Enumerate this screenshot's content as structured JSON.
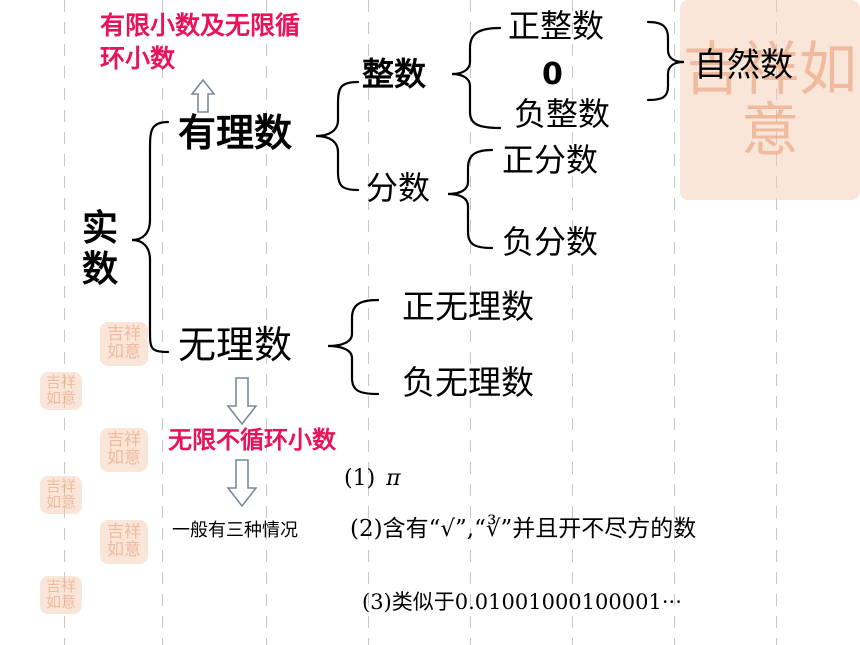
{
  "root": {
    "label": "实数"
  },
  "rational": {
    "label": "有理数",
    "note": "有限小数及无限循环小数",
    "integer": {
      "label": "整数",
      "children": [
        "正整数",
        "0",
        "负整数"
      ],
      "natural_numbers": "自然数"
    },
    "fraction": {
      "label": "分数",
      "children": [
        "正分数",
        "负分数"
      ]
    }
  },
  "irrational": {
    "label": "无理数",
    "note": "无限不循环小数",
    "children": [
      "正无理数",
      "负无理数"
    ],
    "cases": {
      "intro": "一般有三种情况",
      "items": [
        {
          "marker": "(1)",
          "text": "π"
        },
        {
          "marker": "(2)",
          "text": "含有“√”,“∛”并且开不尽方的数"
        },
        {
          "marker": "(3)",
          "text": "类似于0.01001000100001···"
        }
      ]
    }
  },
  "watermark": {
    "text": "吉祥如意"
  }
}
